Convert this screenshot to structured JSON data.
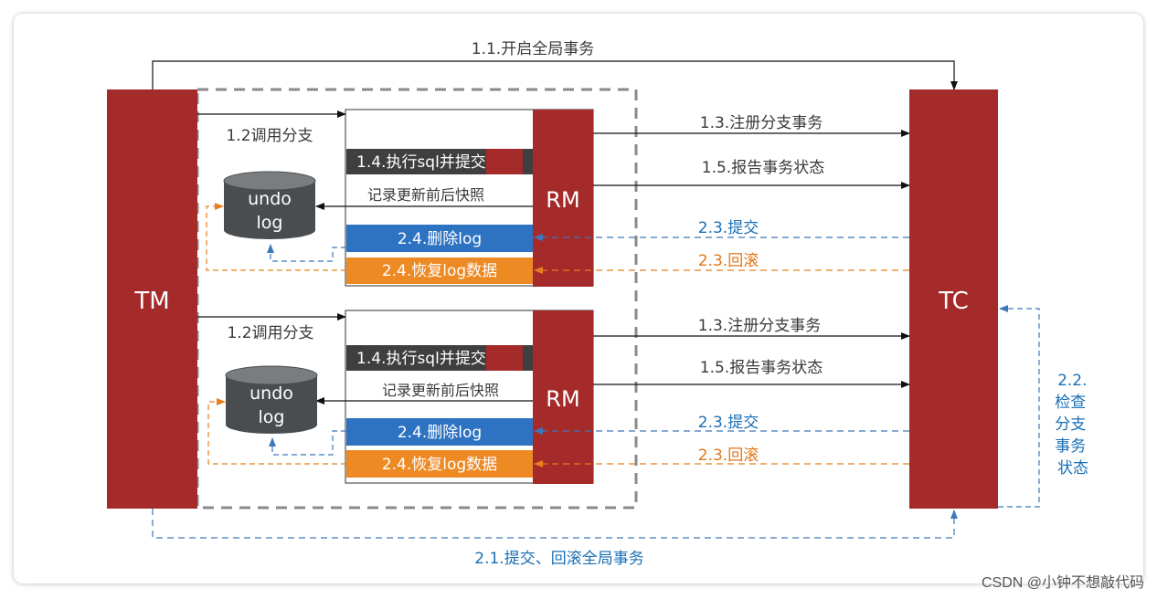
{
  "colors": {
    "dark_red": "#a52a2a",
    "blue": "#2e72c2",
    "orange": "#ee8a24",
    "dark_gray": "#3f3f3f",
    "db_gray": "#4a4d4f",
    "line_blue": "#3f78b8",
    "line_orange": "#e87f1f",
    "text_blue": "#1a6fb5",
    "text_orange": "#e0761a"
  },
  "labels": {
    "tm": "TM",
    "tc": "TC",
    "rm": "RM",
    "begin_global": "1.1.开启全局事务",
    "call_branch": "1.2调用分支",
    "register_branch": "1.3.注册分支事务",
    "exec_sql_prefix": "1.4.执行sql并",
    "exec_sql_suffix": "提交",
    "report_status": "1.5.报告事务状态",
    "undo_line1": "undo",
    "undo_line2": "log",
    "record_snapshot": "记录更新前后快照",
    "delete_log": "2.4.删除log",
    "restore_log": "2.4.恢复log数据",
    "commit": "2.3.提交",
    "rollback": "2.3.回滚",
    "check_branch": "2.2.\n检查\n分支\n事务\n状态",
    "check_branch_lines": [
      "2.2.",
      "检查",
      "分支",
      "事务",
      "状态"
    ],
    "commit_rollback_global": "2.1.提交、回滚全局事务",
    "watermark": "CSDN @小钟不想敲代码"
  },
  "icons": {
    "database": "database-cylinder-icon",
    "arrow": "arrow-head-icon"
  }
}
